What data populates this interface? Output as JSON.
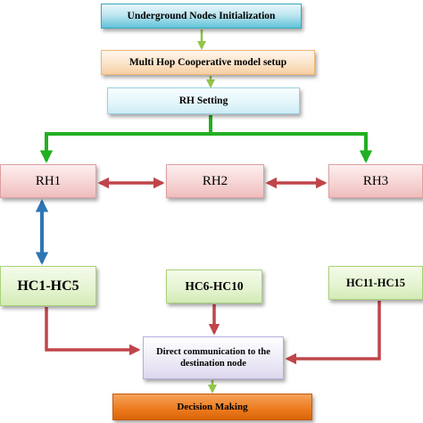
{
  "nodes": {
    "init": "Underground Nodes Initialization",
    "multi_hop": "Multi Hop Cooperative model setup",
    "rh_setting": "RH Setting",
    "rh1": "RH1",
    "rh2": "RH2",
    "rh3": "RH3",
    "hc1_5": "HC1-HC5",
    "hc6_10": "HC6-HC10",
    "hc11_15": "HC11-HC15",
    "direct": "Direct communication to the destination node",
    "decision": "Decision Making"
  },
  "colors": {
    "green_arrow": "#92c54a",
    "green_branch": "#22b022",
    "red_arrow": "#c0454a",
    "blue_arrow": "#2e75b6"
  }
}
